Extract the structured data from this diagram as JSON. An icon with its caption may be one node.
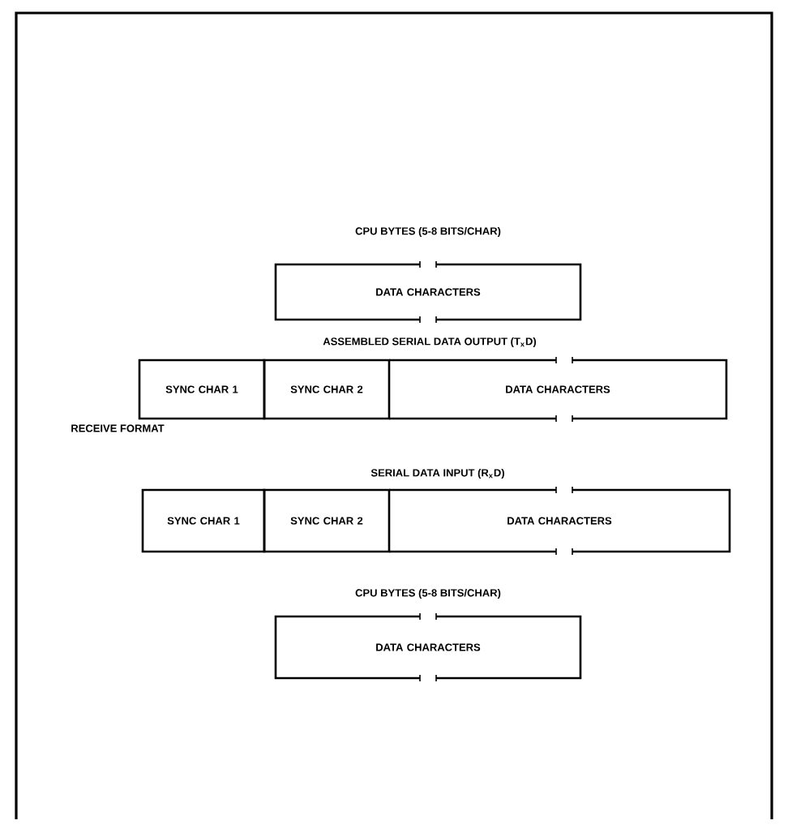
{
  "diagram": {
    "nodes": [
      {
        "text": [
          "DATA CHARACTERS"
        ]
      },
      {
        "text": [
          "SYNC CHAR 1"
        ]
      },
      {
        "text": [
          "SYNC CHAR 2"
        ]
      },
      {
        "text": [
          "DATA CHARACTERS"
        ]
      },
      {
        "text": [
          "SYNC CHAR 1"
        ]
      },
      {
        "text": [
          "SYNC CHAR 2"
        ]
      },
      {
        "text": [
          "DATA CHARACTERS"
        ]
      },
      {
        "text": [
          "DATA CHARACTERS"
        ]
      }
    ],
    "labels": [
      "CPU BYTES (5-8 BITS/CHAR)",
      "ASSEMBLED SERIAL DATA OUTPUT (T$_{x}$D)",
      "RECEIVE FORMAT",
      "SERIAL DATA INPUT (R$_{x}$D)",
      "CPU BYTES (5-8 BITS/CHAR)"
    ]
  }
}
